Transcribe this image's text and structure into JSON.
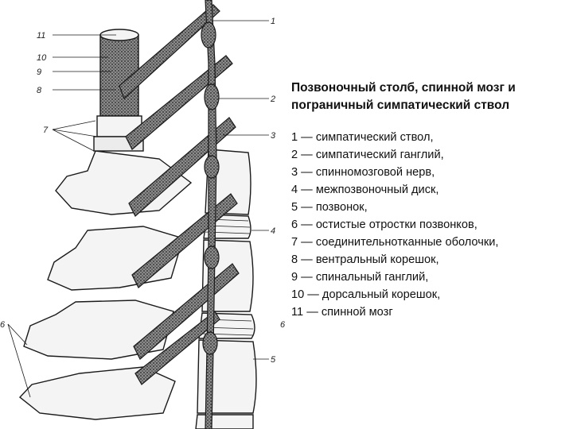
{
  "title_lines": [
    "Позвоночный столб, спинной мозг и",
    "пограничный симпатический ствол"
  ],
  "legend": [
    "1 — симпатический ствол,",
    "2 — симпатический ганглий,",
    "3 — спинномозговой нерв,",
    "4 — межпозвоночный диск,",
    "5 — позвонок,",
    "6 — остистые отростки позвонков,",
    "7 — соединительнотканные оболочки,",
    "8 — вентральный корешок,",
    "9 — спинальный ганглий,",
    "10 — дорсальный корешок,",
    "11 — спинной мозг"
  ],
  "figure_labels": {
    "l1": "1",
    "l2": "2",
    "l3": "3",
    "l4": "4",
    "l5": "5",
    "l6_right": "6",
    "l6_left": "6",
    "l7": "7",
    "l8": "8",
    "l9": "9",
    "l10": "10",
    "l11": "11"
  },
  "colors": {
    "line": "#1a1a1a",
    "stipple_fill": "#5a5a5a",
    "bone_fill": "#f4f4f4"
  }
}
